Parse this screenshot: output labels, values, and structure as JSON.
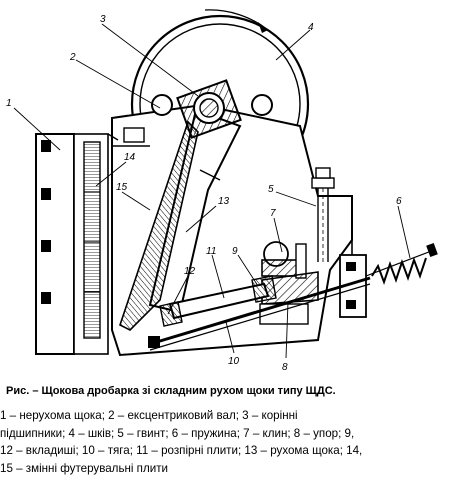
{
  "caption": "Рис. – Щокова дробарка зі складним рухом щоки типу ЩДС.",
  "legend_lines": [
    "1 – нерухома щока; 2 – ексцентриковий вал; 3 – корінні",
    "підшипники; 4 – шків; 5 – гвинт; 6 – пружина; 7 – клин; 8 – упор; 9,",
    "12 – вкладиші; 10 – тяга; 11 – розпірні плити; 13 – рухома щока; 14,",
    "15 – змінні футерувальні плити"
  ],
  "callouts": {
    "c1": "1",
    "c2": "2",
    "c3": "3",
    "c4": "4",
    "c5": "5",
    "c6": "6",
    "c7": "7",
    "c8": "8",
    "c9": "9",
    "c10": "10",
    "c11": "11",
    "c12": "12",
    "c13": "13",
    "c14": "14",
    "c15": "15"
  }
}
